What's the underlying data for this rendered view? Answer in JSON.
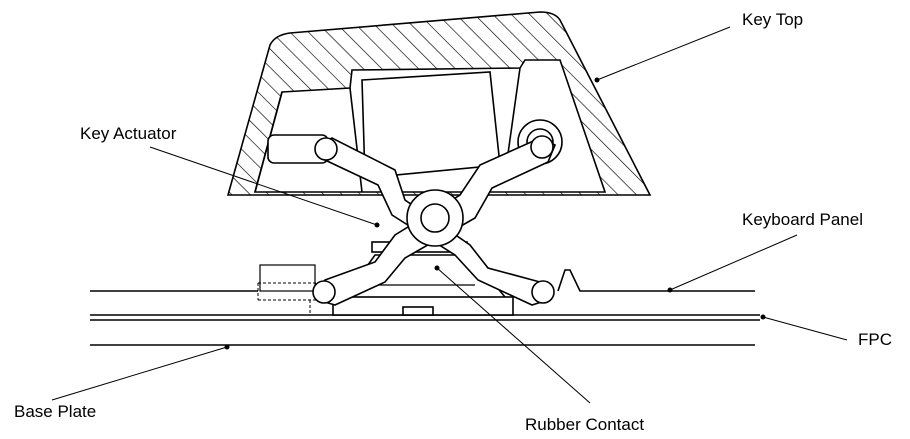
{
  "labels": {
    "key_top": "Key Top",
    "key_actuator": "Key Actuator",
    "keyboard_panel": "Keyboard Panel",
    "fpc": "FPC",
    "base_plate": "Base Plate",
    "rubber_contact": "Rubber Contact"
  }
}
